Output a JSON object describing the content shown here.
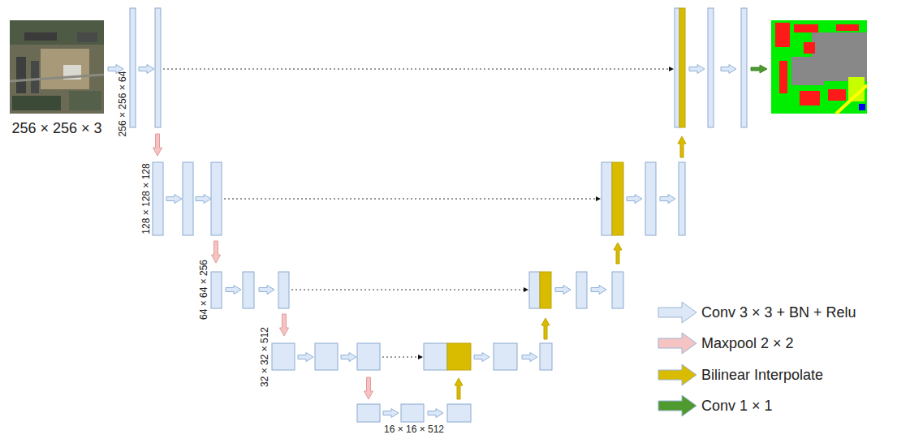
{
  "diagram": {
    "labels": [
      "256 × 256 × 3",
      "256 × 256 × 64",
      "128 × 128 × 128",
      "64 × 64 × 256",
      "32 × 32 × 512",
      "16 × 16 × 512"
    ],
    "legend": [
      {
        "text": "Conv 3 × 3 + BN + Relu",
        "color": "#dce8f7"
      },
      {
        "text": "Maxpool 2 × 2",
        "color": "#f6c3c3"
      },
      {
        "text": "Bilinear Interpolate",
        "color": "#d9bb00"
      },
      {
        "text": "Conv 1 × 1",
        "color": "#4e9a2e"
      }
    ]
  }
}
